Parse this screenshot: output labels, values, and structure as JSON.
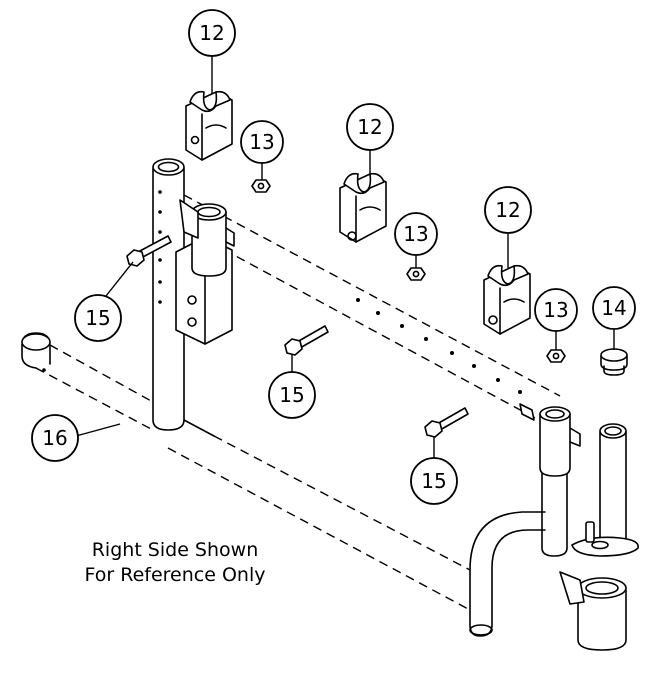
{
  "callouts": [
    {
      "id": "c12a",
      "label": "12"
    },
    {
      "id": "c13a",
      "label": "13"
    },
    {
      "id": "c12b",
      "label": "12"
    },
    {
      "id": "c13b",
      "label": "13"
    },
    {
      "id": "c12c",
      "label": "12"
    },
    {
      "id": "c13c",
      "label": "13"
    },
    {
      "id": "c14",
      "label": "14"
    },
    {
      "id": "c15a",
      "label": "15"
    },
    {
      "id": "c15b",
      "label": "15"
    },
    {
      "id": "c15c",
      "label": "15"
    },
    {
      "id": "c16",
      "label": "16"
    }
  ],
  "caption": {
    "line1": "Right Side Shown",
    "line2": "For Reference Only"
  }
}
